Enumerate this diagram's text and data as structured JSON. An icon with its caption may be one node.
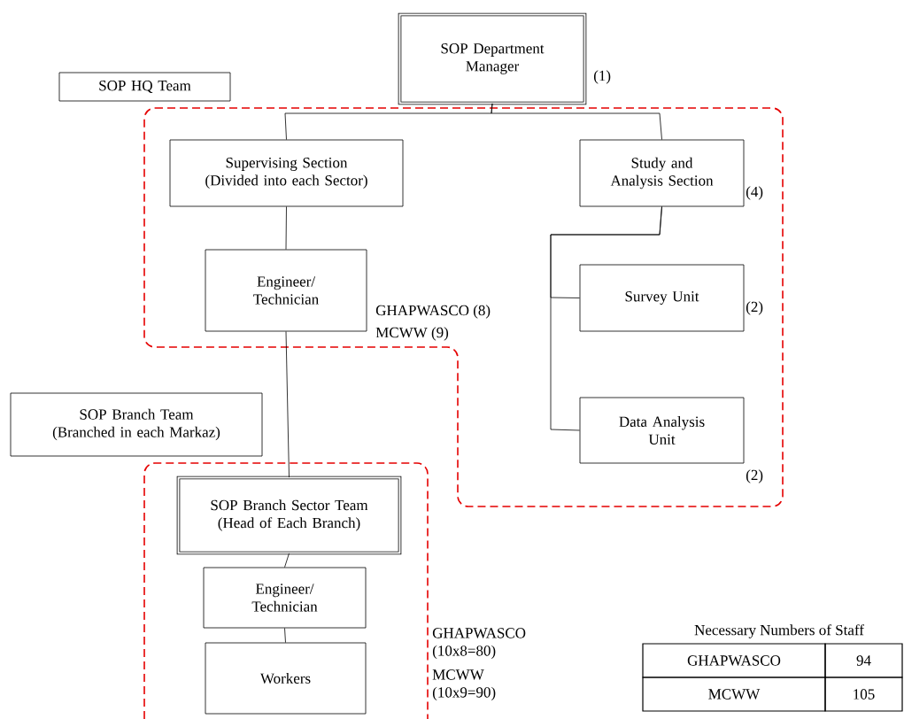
{
  "diagram": {
    "nodes": [
      {
        "text": [
          "SOP Department Manager"
        ],
        "beside": [
          "(1)"
        ]
      },
      {
        "text": [
          "SOP HQ Team"
        ]
      },
      {
        "text": [
          "Supervising Section (Divided into each Sector)"
        ]
      },
      {
        "text": [
          "Study and Analysis Section"
        ],
        "beside": [
          "(4)"
        ]
      },
      {
        "text": [
          "Engineer/ Technician"
        ],
        "beside": [
          "GHAPWASCO (8)",
          "MCWW (9)"
        ]
      },
      {
        "text": [
          "Survey Unit"
        ],
        "beside": [
          "(2)"
        ]
      },
      {
        "text": [
          "Data Analysis Unit"
        ],
        "beside": [
          "(2)"
        ]
      },
      {
        "text": [
          "SOP Branch Team (Branched in each Markaz)"
        ]
      },
      {
        "text": [
          "SOP Branch Sector Team (Head of Each Branch)"
        ]
      },
      {
        "text": [
          "Engineer/ Technician"
        ]
      },
      {
        "text": [
          "Workers"
        ],
        "beside": [
          "GHAPWASCO (10x8=80)",
          "MCWW (10x9=90)"
        ]
      }
    ],
    "edges": [
      {
        "from": 0,
        "to": 2,
        "arrow": "none"
      },
      {
        "from": 0,
        "to": 3,
        "arrow": "none"
      },
      {
        "from": 2,
        "to": 4,
        "arrow": "none"
      },
      {
        "from": 4,
        "to": 8,
        "arrow": "none"
      },
      {
        "from": 3,
        "to": 5,
        "arrow": "none"
      },
      {
        "from": 3,
        "to": 6,
        "arrow": "none"
      },
      {
        "from": 8,
        "to": 9,
        "arrow": "none"
      },
      {
        "from": 9,
        "to": 10,
        "arrow": "none"
      }
    ],
    "labels": [
      "Necessary Numbers of Staff",
      "GHAPWASCO",
      "94",
      "MCWW",
      "105"
    ]
  }
}
